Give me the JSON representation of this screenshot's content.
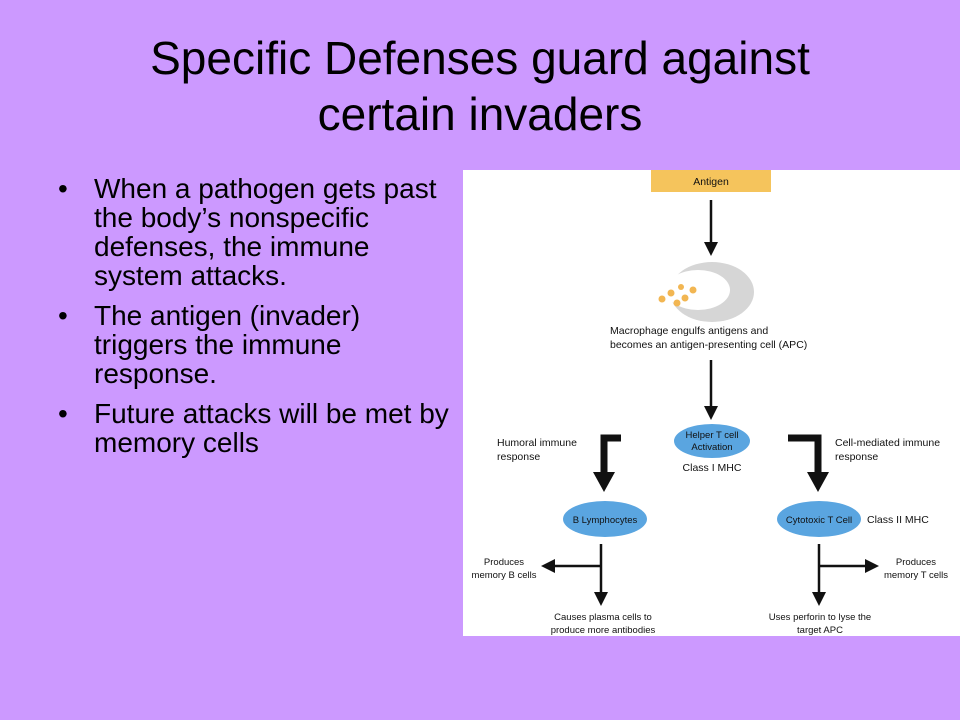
{
  "slide": {
    "title_line1": "Specific Defenses guard against",
    "title_line2": "certain invaders",
    "bullets": [
      "When a pathogen gets past the body’s nonspecific defenses, the immune system attacks.",
      "The antigen (invader) triggers the immune response.",
      "Future attacks will be met by memory cells"
    ]
  },
  "diagram": {
    "antigen": "Antigen",
    "macrophage_line1": "Macrophage engulfs antigens and",
    "macrophage_line2": "becomes an antigen-presenting cell (APC)",
    "helper_line1": "Helper T cell",
    "helper_line2": "Activation",
    "class1": "Class I MHC",
    "humoral_line1": "Humoral immune",
    "humoral_line2": "response",
    "cellmed_line1": "Cell-mediated immune",
    "cellmed_line2": "response",
    "b_lymph": "B Lymphocytes",
    "cytotoxic": "Cytotoxic T Cell",
    "class2": "Class II MHC",
    "memB_line1": "Produces",
    "memB_line2": "memory B cells",
    "memT_line1": "Produces",
    "memT_line2": "memory T cells",
    "plasma_line1": "Causes plasma cells to",
    "plasma_line2": "produce more antibodies",
    "perforin_line1": "Uses perforin to lyse the",
    "perforin_line2": "target APC"
  },
  "colors": {
    "background": "#cc99ff",
    "antigen_box": "#f5c45c",
    "cell_blue": "#5aa5e0",
    "macrophage": "#d6d6d6",
    "antigen_dots": "#f2b652"
  }
}
